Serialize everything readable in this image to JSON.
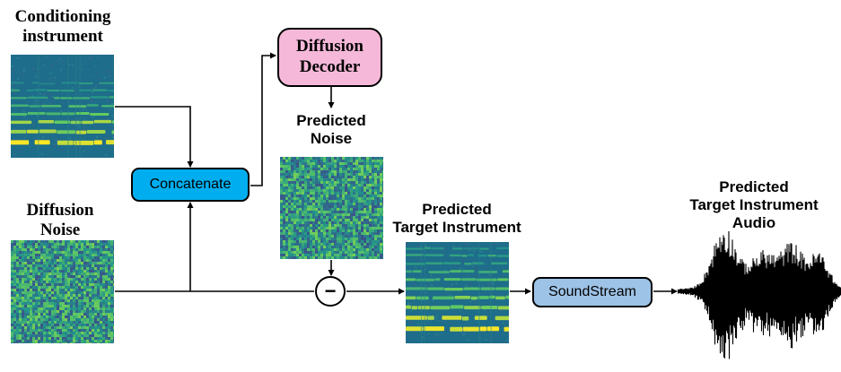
{
  "labels": {
    "conditioning_line1": "Conditioning",
    "conditioning_line2": "instrument",
    "diffusion_noise_line1": "Diffusion",
    "diffusion_noise_line2": "Noise",
    "predicted_noise_line1": "Predicted",
    "predicted_noise_line2": "Noise",
    "predicted_target_line1": "Predicted",
    "predicted_target_line2": "Target Instrument",
    "audio_line1": "Predicted",
    "audio_line2": "Target Instrument",
    "audio_line3": "Audio"
  },
  "blocks": {
    "concatenate": "Concatenate",
    "decoder_line1": "Diffusion",
    "decoder_line2": "Decoder",
    "soundstream": "SoundStream",
    "subtract_symbol": "−"
  },
  "colors": {
    "concatenate_fill": "#00aeef",
    "decoder_fill": "#f5b8d8",
    "soundstream_fill": "#9dc3e6",
    "spectrogram_bg": "#1e6d8a",
    "noise_bg": "#2a8a88",
    "waveform": "#000000"
  }
}
